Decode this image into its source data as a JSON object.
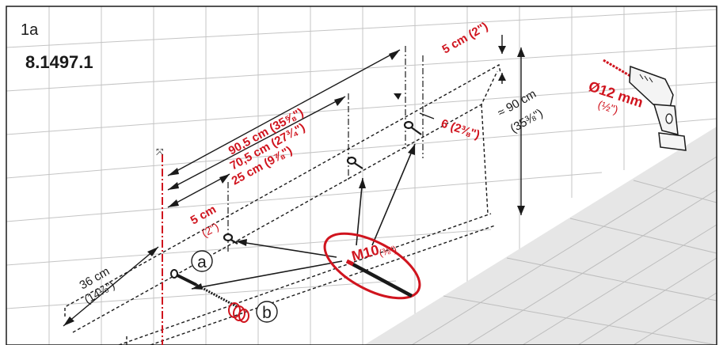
{
  "figure": {
    "step": "1a",
    "article_number": "8.1497.1"
  },
  "dimensions": {
    "top_offset": "5 cm (2\")",
    "width_large": "90,5 cm (35⅝\")",
    "width_mid": "70,5 cm (27¾\")",
    "width_small": "25 cm (9⅞\")",
    "left_offset": "5 cm",
    "left_offset_in": "(2\")",
    "height": "≈ 90 cm",
    "height_in": "(35⅜\")",
    "side_offset": "6 (2⅜\")",
    "left_height": "36 cm",
    "left_height_in": "(14⅛\")"
  },
  "parts": {
    "bolt_label": "M10",
    "bolt_size": "(⅜\")",
    "label_a": "a",
    "label_b": "b"
  },
  "drill": {
    "diameter": "Ø12 mm",
    "diameter_in": "(½\")"
  },
  "colors": {
    "accent": "#d0141e",
    "line": "#1a1a1a",
    "tile": "#bdbdbd",
    "floor": "#e6e6e6"
  }
}
